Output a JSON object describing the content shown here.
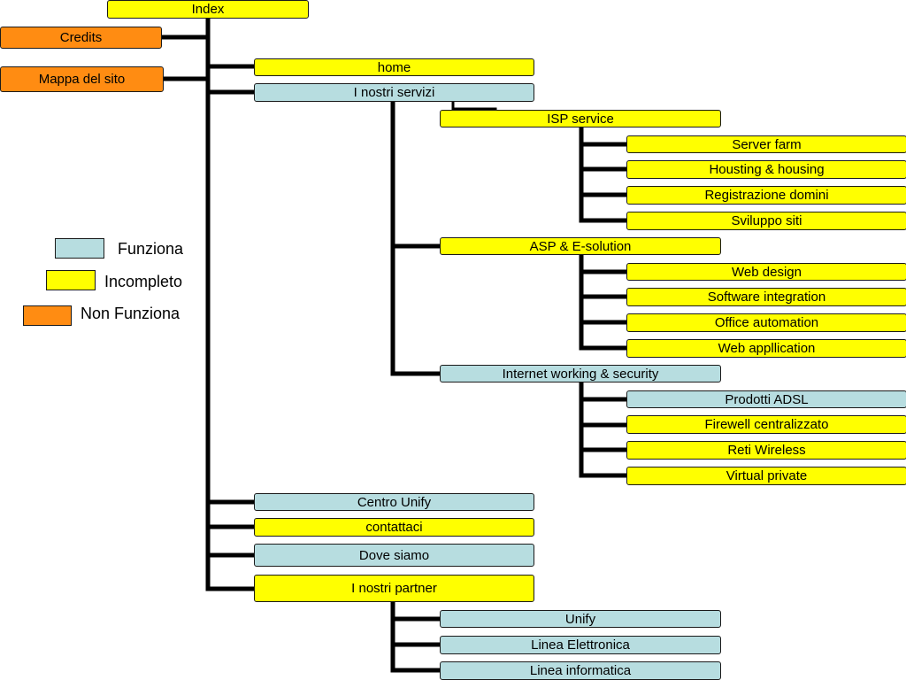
{
  "colors": {
    "ok": "#b7dde0",
    "incomplete": "#ffff00",
    "broken": "#ff8c12",
    "line": "#000000"
  },
  "legend": [
    {
      "label": "Funziona",
      "status": "ok"
    },
    {
      "label": "Incompleto",
      "status": "incomplete"
    },
    {
      "label": "Non Funziona",
      "status": "broken"
    }
  ],
  "nodes": {
    "index": {
      "label": "Index",
      "status": "incomplete"
    },
    "credits": {
      "label": "Credits",
      "status": "broken"
    },
    "mappa": {
      "label": "Mappa del sito",
      "status": "broken"
    },
    "home": {
      "label": "home",
      "status": "incomplete"
    },
    "servizi": {
      "label": "I nostri servizi",
      "status": "ok"
    },
    "isp": {
      "label": "ISP service",
      "status": "incomplete"
    },
    "server_farm": {
      "label": "Server  farm",
      "status": "incomplete"
    },
    "housting": {
      "label": "Housting & housing",
      "status": "incomplete"
    },
    "registrazione": {
      "label": "Registrazione domini",
      "status": "incomplete"
    },
    "sviluppo": {
      "label": "Sviluppo siti",
      "status": "incomplete"
    },
    "asp": {
      "label": "ASP & E-solution",
      "status": "incomplete"
    },
    "web_design": {
      "label": "Web design",
      "status": "incomplete"
    },
    "software": {
      "label": "Software integration",
      "status": "incomplete"
    },
    "office": {
      "label": "Office automation",
      "status": "incomplete"
    },
    "web_app": {
      "label": "Web appllication",
      "status": "incomplete"
    },
    "internet": {
      "label": "Internet working & security",
      "status": "ok"
    },
    "adsl": {
      "label": "Prodotti ADSL",
      "status": "ok"
    },
    "firewell": {
      "label": "Firewell centralizzato",
      "status": "incomplete"
    },
    "wireless": {
      "label": "Reti Wireless",
      "status": "incomplete"
    },
    "virtual": {
      "label": "Virtual private",
      "status": "incomplete"
    },
    "centro": {
      "label": "Centro Unify",
      "status": "ok"
    },
    "contattaci": {
      "label": "contattaci",
      "status": "incomplete"
    },
    "dove": {
      "label": "Dove siamo",
      "status": "ok"
    },
    "partner": {
      "label": "I nostri partner",
      "status": "incomplete"
    },
    "unify": {
      "label": "Unify",
      "status": "ok"
    },
    "elettronica": {
      "label": "Linea Elettronica",
      "status": "ok"
    },
    "informatica": {
      "label": "Linea informatica",
      "status": "ok"
    }
  },
  "edges": [
    [
      "index",
      "credits"
    ],
    [
      "index",
      "mappa"
    ],
    [
      "index",
      "home"
    ],
    [
      "index",
      "servizi"
    ],
    [
      "index",
      "centro"
    ],
    [
      "index",
      "contattaci"
    ],
    [
      "index",
      "dove"
    ],
    [
      "index",
      "partner"
    ],
    [
      "servizi",
      "isp"
    ],
    [
      "servizi",
      "asp"
    ],
    [
      "servizi",
      "internet"
    ],
    [
      "isp",
      "server_farm"
    ],
    [
      "isp",
      "housting"
    ],
    [
      "isp",
      "registrazione"
    ],
    [
      "isp",
      "sviluppo"
    ],
    [
      "asp",
      "web_design"
    ],
    [
      "asp",
      "software"
    ],
    [
      "asp",
      "office"
    ],
    [
      "asp",
      "web_app"
    ],
    [
      "internet",
      "adsl"
    ],
    [
      "internet",
      "firewell"
    ],
    [
      "internet",
      "wireless"
    ],
    [
      "internet",
      "virtual"
    ],
    [
      "partner",
      "unify"
    ],
    [
      "partner",
      "elettronica"
    ],
    [
      "partner",
      "informatica"
    ]
  ]
}
